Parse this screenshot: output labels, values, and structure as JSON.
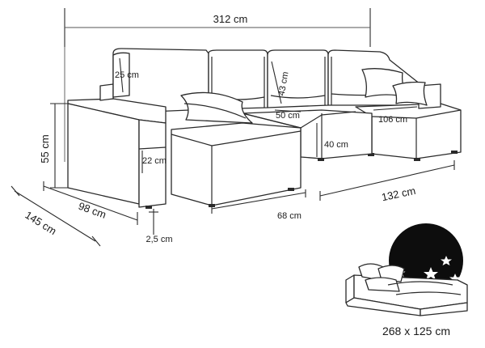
{
  "dimensions": {
    "total_width": "312 cm",
    "backrest_height": "43 cm",
    "armrest_cushion": "25 cm",
    "seat_depth": "50 cm",
    "chaise_width": "106 cm",
    "seat_height": "40 cm",
    "total_height": "55 cm",
    "drawer_height": "22 cm",
    "side_depth": "98 cm",
    "total_depth": "145 cm",
    "leg_height": "2,5 cm",
    "ottoman_width": "68 cm",
    "lounge_length": "132 cm"
  },
  "bed_caption": "268 x 125 cm",
  "colors": {
    "line": "#2a2a2a",
    "night_badge": "#0d0d0d",
    "stars": "#ffffff"
  },
  "icons": {
    "night": "moon-and-stars-icon"
  }
}
